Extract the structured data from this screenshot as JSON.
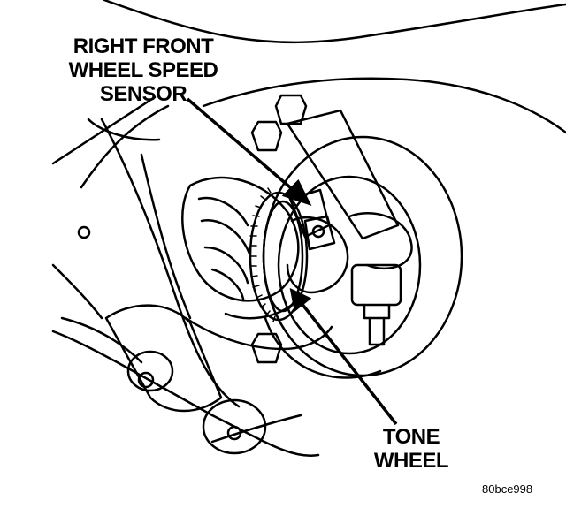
{
  "callouts": {
    "sensor": {
      "lines": [
        "RIGHT FRONT",
        "WHEEL SPEED",
        "SENSOR"
      ]
    },
    "tone_wheel": {
      "lines": [
        "TONE",
        "WHEEL"
      ]
    }
  },
  "figure_code": "80bce998",
  "colors": {
    "ink": "#000000",
    "paper": "#ffffff"
  }
}
